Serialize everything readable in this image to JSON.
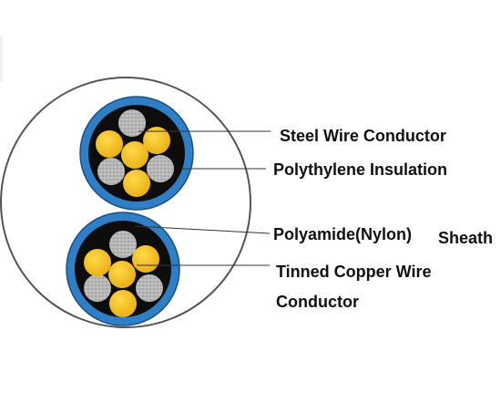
{
  "labels": {
    "steel_wire_conductor": "Steel Wire Conductor",
    "polyethylene_insulation": "Polythylene Insulation",
    "polyamide_nylon": "Polyamide(Nylon)",
    "sheath": "Sheath",
    "tinned_copper_wire": "Tinned Copper Wire",
    "conductor": "Conductor"
  },
  "colors": {
    "sheath_outline": "#555555",
    "insulation_ring": "#2e7fc6",
    "insulation_dark_edge": "#1a4f86",
    "core_fill": "#0d0d0d",
    "copper_strand": "#f6c21c",
    "steel_strand": "#b9b9b9",
    "leader_line": "#333333"
  }
}
